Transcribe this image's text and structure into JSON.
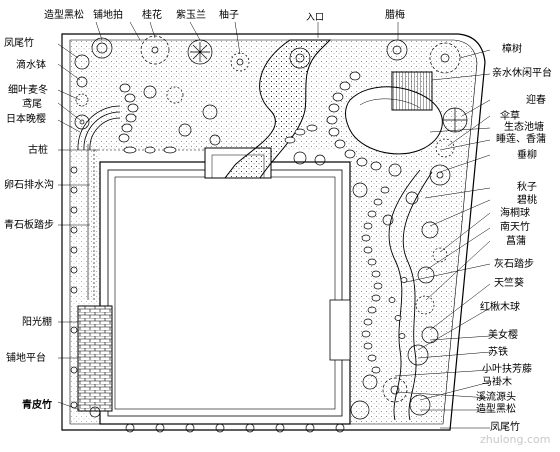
{
  "top_labels": {
    "pine": "造型黑松",
    "paving": "铺地拍",
    "osmanthus": "桂花",
    "magnolia": "紫玉兰",
    "pomelo": "柚子",
    "entrance": "入口",
    "wintersweet": "腊梅"
  },
  "left_labels": {
    "phoenix_bamboo": "凤尾竹",
    "water_bowl": "滴水钵",
    "ophiopogon": "细叶麦冬",
    "iris": "鸢尾",
    "cherry": "日本晚樱",
    "old_stump": "古桩",
    "gravel_ditch": "卵石排水沟",
    "bluestone_steps": "青石板踏步",
    "sunroom": "阳光棚",
    "paving_platform": "铺地平台",
    "green_bamboo": "青皮竹"
  },
  "right_labels": {
    "camphor": "樟树",
    "water_deck": "亲水休闲平台",
    "yingchun": "迎春",
    "sedge": "伞草",
    "eco_pond": "生态池塘",
    "lotus_cattail": "睡莲、香蒲",
    "willow": "垂柳",
    "maple": "秋子",
    "peach": "碧桃",
    "pittosporum": "海桐球",
    "nandina": "南天竹",
    "calamus": "菖蒲",
    "grey_stone_steps": "灰石踏步",
    "canna": "天竺葵",
    "loropetalum": "红楸木球",
    "beauty_cherry": "美女樱",
    "cycas": "苏铁",
    "small_vine": "小叶扶芳藤",
    "horse_fern": "马褂木",
    "creek_source": "溪流源头",
    "pine2": "造型黑松",
    "phoenix_bamboo2": "凤尾竹"
  },
  "watermark": "zhulong.com"
}
